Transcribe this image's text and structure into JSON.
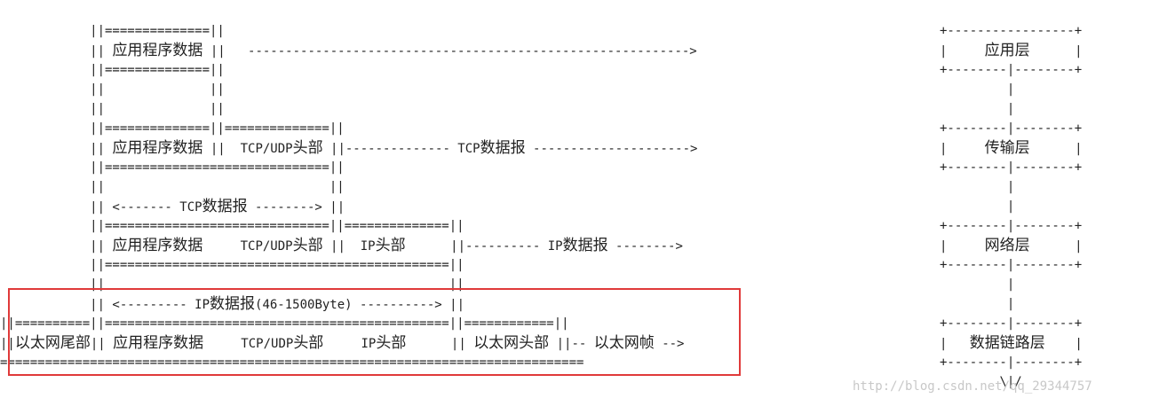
{
  "highlight_color": "#e03a3a",
  "watermark": "http://blog.csdn.net/qq_29344757",
  "lines": [
    "            ||==============||",
    "            || 应用程序数据 ||   -----------------------------------------------------------> ",
    "            ||==============||",
    "            ||              ||",
    "            ||              ||",
    "            ||==============||==============||",
    "            || 应用程序数据 ||  TCP/UDP头部 ||-------------- TCP数据报 ---------------------> ",
    "            ||==============================||",
    "            ||                              ||",
    "            || <------- TCP数据报 --------> ||",
    "            ||==============================||==============||",
    "            || 应用程序数据     TCP/UDP头部 ||  IP头部      ||---------- IP数据报 --------> ",
    "            ||==============================================||",
    "            ||                                              ||",
    "            || <--------- IP数据报(46-1500Byte) ----------> ||",
    "||==========||==============================================||============||",
    "||以太网尾部|| 应用程序数据     TCP/UDP头部     IP头部      || 以太网头部 ||-- 以太网帧 --> ",
    "=============================================================================="
  ],
  "layers": [
    {
      "name": "应用层",
      "top": "+-----------------+",
      "row": "|     应用层      |",
      "bottom": "+--------|--------+"
    },
    {
      "name": "传输层",
      "top": "+--------|--------+",
      "row": "|     传输层      |",
      "bottom": "+--------|--------+"
    },
    {
      "name": "网络层",
      "top": "+--------|--------+",
      "row": "|     网络层      |",
      "bottom": "+--------|--------+"
    },
    {
      "name": "数据链路层",
      "top": "+--------|--------+",
      "row": "|   数据链路层    |",
      "bottom": "+--------|--------+"
    }
  ],
  "connector": "|",
  "bottom_mark": "\\|/"
}
